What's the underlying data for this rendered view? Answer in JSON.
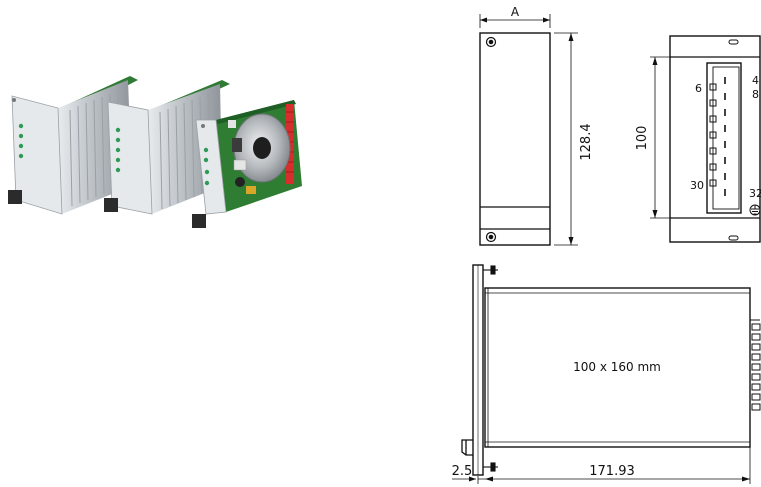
{
  "front_view": {
    "width_label": "A",
    "height_label": "128.4"
  },
  "connector_view": {
    "height_label": "100",
    "pin_labels": {
      "row_first_left": "6",
      "row_first_right": "4",
      "row_first_right_b": "8",
      "row_last_left": "30",
      "row_last_right": "32"
    }
  },
  "side_view": {
    "size_label": "100 x 160 mm",
    "length_label": "171.93",
    "offset_label": "2.5"
  },
  "colors": {
    "line": "#111111",
    "pcb": "#2e7d32",
    "heatsink": "#c9ced3",
    "panel": "#e3e6e8",
    "transformer": "#b8bcc0",
    "red_component": "#d62d2d"
  }
}
